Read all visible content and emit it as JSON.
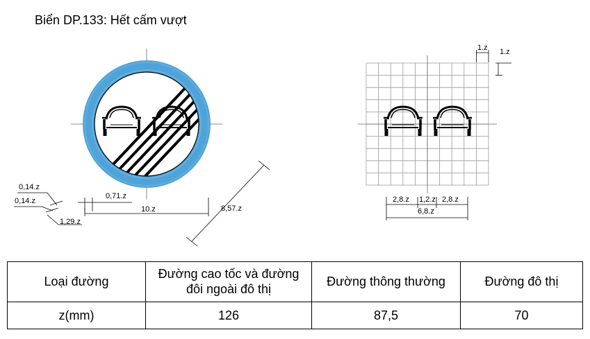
{
  "title": "Biển DP.133: Hết cấm vượt",
  "dims": {
    "left": {
      "ring_top": "0,14.z",
      "ring_bottom": "0,14.z",
      "stroke": "1,29.z",
      "border": "0,71.z",
      "width": "10.z",
      "diag": "8,57.z"
    },
    "right": {
      "cell_w": "1.z",
      "cell_h": "1.z",
      "car_left": "2,8.z",
      "gap": "1,2.z",
      "car_right": "2,8.z",
      "total": "6,8.z"
    }
  },
  "colors": {
    "ring": "#4fa3d9",
    "ring_light": "#74b9e6"
  },
  "table": {
    "headers": [
      "Loại đường",
      "Đường cao tốc và đường đôi ngoài đô thị",
      "Đường thông thường",
      "Đường đô thị"
    ],
    "row_label": "z(mm)",
    "values": [
      "126",
      "87,5",
      "70"
    ]
  }
}
